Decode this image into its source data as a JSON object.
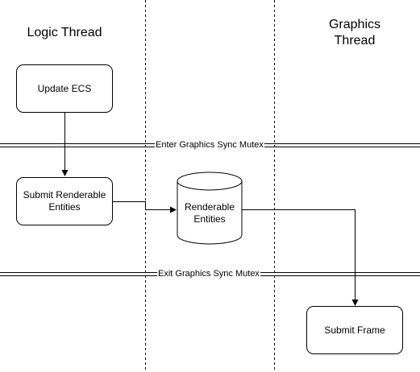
{
  "lanes": {
    "logic_title": "Logic Thread",
    "graphics_title": "Graphics Thread"
  },
  "nodes": {
    "update_ecs": "Update ECS",
    "submit_renderable": "Submit Renderable Entities",
    "renderable_entities": "Renderable Entities",
    "submit_frame": "Submit Frame"
  },
  "barriers": {
    "enter_mutex": "Enter Graphics Sync Mutex",
    "exit_mutex": "Exit Graphics Sync Mutex"
  },
  "colors": {
    "line": "#000000",
    "background": "#ffffff"
  }
}
